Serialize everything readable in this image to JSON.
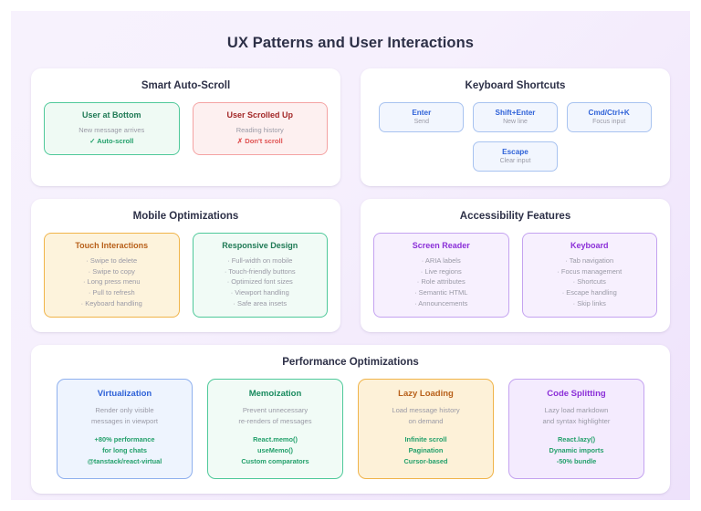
{
  "page": {
    "title": "UX Patterns and User Interactions"
  },
  "colors": {
    "accent_blue": "#2f62d8",
    "accent_green": "#23a06b",
    "accent_red": "#e05252",
    "accent_amber": "#b8601a",
    "accent_violet": "#8b2fd8",
    "page_background": "#f3ebfd",
    "card_background": "#ffffff",
    "title_text": "#2d3047",
    "muted_text": "#9a9aa6"
  },
  "cards": {
    "smart_auto_scroll": {
      "title": "Smart Auto-Scroll",
      "panels": [
        {
          "title": "User at Bottom",
          "line": "New message arrives",
          "accent": "✓ Auto-scroll"
        },
        {
          "title": "User Scrolled Up",
          "line": "Reading history",
          "accent": "✗ Don't scroll"
        }
      ]
    },
    "keyboard_shortcuts": {
      "title": "Keyboard Shortcuts",
      "keys": [
        {
          "combo": "Enter",
          "desc": "Send"
        },
        {
          "combo": "Shift+Enter",
          "desc": "New line"
        },
        {
          "combo": "Cmd/Ctrl+K",
          "desc": "Focus input"
        },
        {
          "combo": "Escape",
          "desc": "Clear input"
        }
      ]
    },
    "mobile_optimizations": {
      "title": "Mobile Optimizations",
      "panels": [
        {
          "title": "Touch Interactions",
          "items": [
            "· Swipe to delete",
            "· Swipe to copy",
            "· Long press menu",
            "· Pull to refresh",
            "· Keyboard handling"
          ]
        },
        {
          "title": "Responsive Design",
          "items": [
            "· Full-width on mobile",
            "· Touch-friendly buttons",
            "· Optimized font sizes",
            "· Viewport handling",
            "· Safe area insets"
          ]
        }
      ]
    },
    "accessibility_features": {
      "title": "Accessibility Features",
      "panels": [
        {
          "title": "Screen Reader",
          "items": [
            "· ARIA labels",
            "· Live regions",
            "· Role attributes",
            "· Semantic HTML",
            "· Announcements"
          ]
        },
        {
          "title": "Keyboard",
          "items": [
            "· Tab navigation",
            "· Focus management",
            "· Shortcuts",
            "· Escape handling",
            "· Skip links"
          ]
        }
      ]
    },
    "performance_optimizations": {
      "title": "Performance Optimizations",
      "items": [
        {
          "title": "Virtualization",
          "desc_lines": [
            "Render only visible",
            "messages in viewport"
          ],
          "metrics": [
            "+80% performance",
            "for long chats",
            "@tanstack/react-virtual"
          ]
        },
        {
          "title": "Memoization",
          "desc_lines": [
            "Prevent unnecessary",
            "re-renders of messages"
          ],
          "metrics": [
            "React.memo()",
            "useMemo()",
            "Custom comparators"
          ]
        },
        {
          "title": "Lazy Loading",
          "desc_lines": [
            "Load message history",
            "on demand"
          ],
          "metrics": [
            "Infinite scroll",
            "Pagination",
            "Cursor-based"
          ]
        },
        {
          "title": "Code Splitting",
          "desc_lines": [
            "Lazy load markdown",
            "and syntax highlighter"
          ],
          "metrics": [
            "React.lazy()",
            "Dynamic imports",
            "-50% bundle"
          ]
        }
      ]
    }
  }
}
